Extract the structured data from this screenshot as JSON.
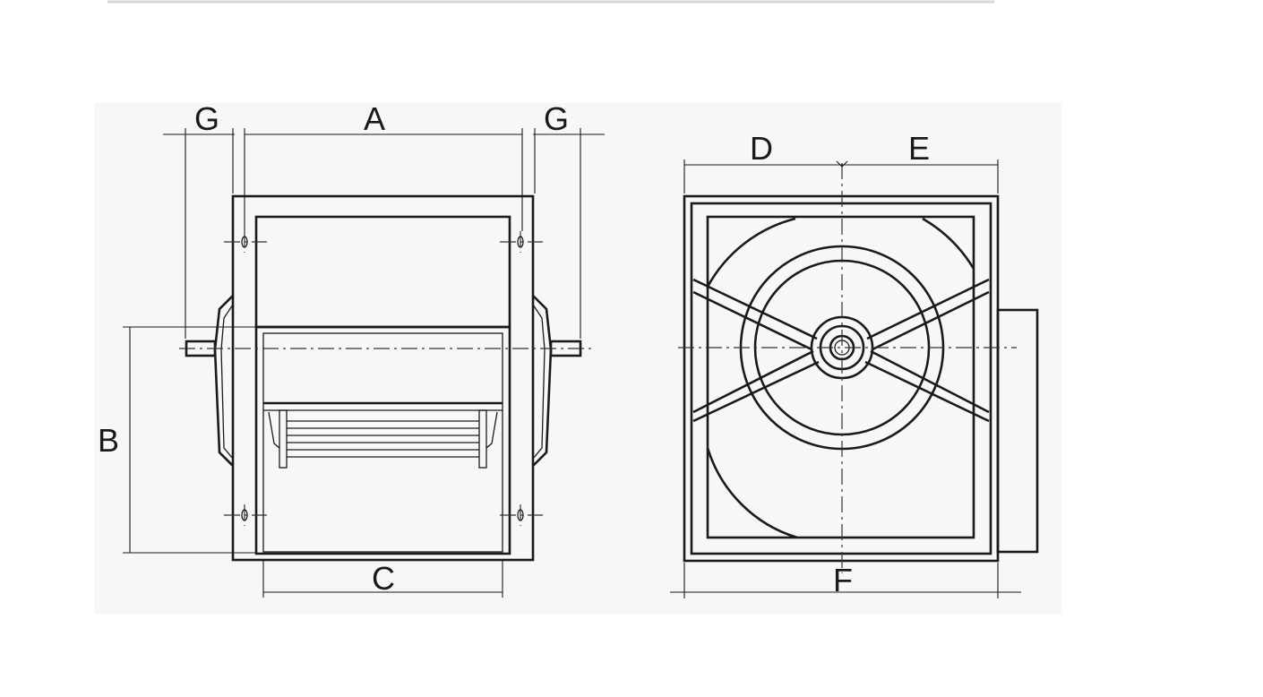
{
  "labels": {
    "g_left": "G",
    "a": "A",
    "g_right": "G",
    "b": "B",
    "c": "C",
    "d": "D",
    "e": "E",
    "f": "F"
  }
}
